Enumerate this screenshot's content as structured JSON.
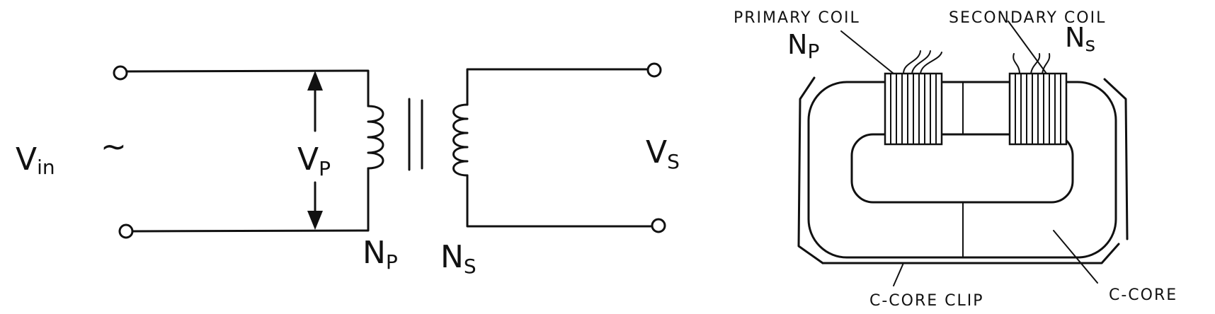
{
  "schematic": {
    "vin_main": "V",
    "vin_sub": "in",
    "ac_symbol": "~",
    "vp_main": "V",
    "vp_sub": "P",
    "vs_main": "V",
    "vs_sub": "S",
    "np_main": "N",
    "np_sub": "P",
    "ns_main": "N",
    "ns_sub": "S"
  },
  "physical": {
    "primary_coil_label": "PRIMARY COIL",
    "secondary_coil_label": "SECONDARY COIL",
    "np_main": "N",
    "np_sub": "P",
    "ns_main": "N",
    "ns_sub": "s",
    "core_clip_label": "C-CORE CLIP",
    "core_label": "C-CORE"
  }
}
